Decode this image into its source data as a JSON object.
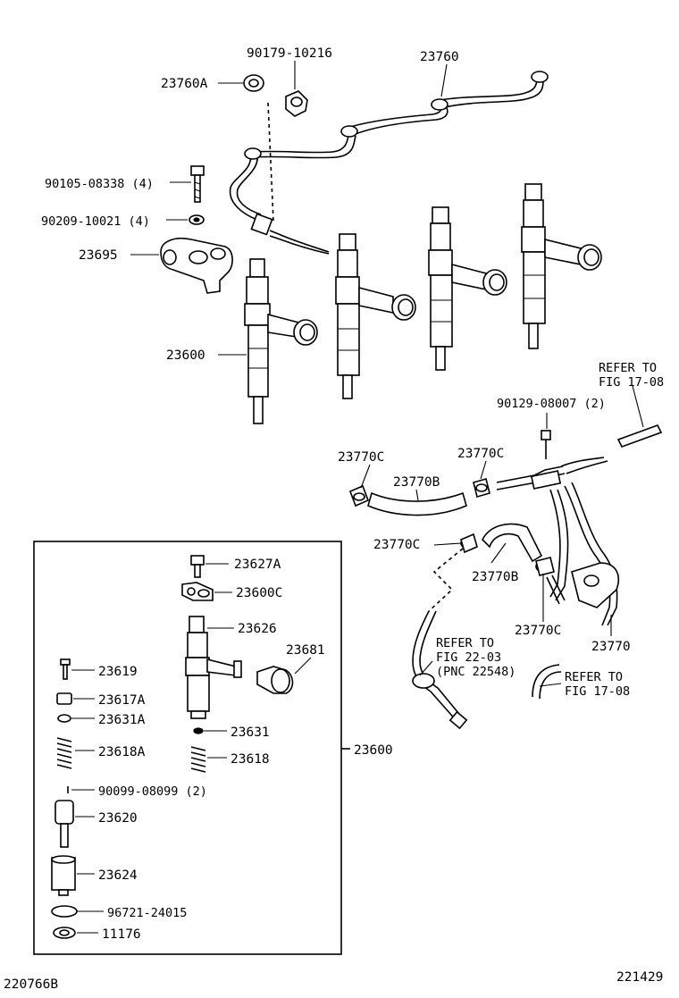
{
  "diagram": {
    "labels": {
      "p90179_10216": "90179-10216",
      "p23760": "23760",
      "p23760A": "23760A",
      "p90105_08338": "90105-08338 (4)",
      "p90209_10021": "90209-10021 (4)",
      "p23695": "23695",
      "p23600_upper": "23600",
      "refer_17_08_top_a": "REFER TO",
      "refer_17_08_top_b": "FIG 17-08",
      "p90129_08007": "90129-08007 (2)",
      "p23770C_1": "23770C",
      "p23770C_2": "23770C",
      "p23770B_1": "23770B",
      "p23770C_3": "23770C",
      "p23770B_2": "23770B",
      "p23770C_4": "23770C",
      "p23770": "23770",
      "refer_22_03_a": "REFER TO",
      "refer_22_03_b": "FIG 22-03",
      "refer_22_03_c": "(PNC 22548)",
      "refer_17_08_bot_a": "REFER TO",
      "refer_17_08_bot_b": "FIG 17-08",
      "p23627A": "23627A",
      "p23600C": "23600C",
      "p23626": "23626",
      "p23681": "23681",
      "p23619": "23619",
      "p23617A": "23617A",
      "p23631A": "23631A",
      "p23631": "23631",
      "p23618A": "23618A",
      "p23618": "23618",
      "p23600_box": "23600",
      "p90099_08099": "90099-08099 (2)",
      "p23620": "23620",
      "p23624": "23624",
      "p96721_24015": "96721-24015",
      "p11176": "11176"
    },
    "corner_left": "220766B",
    "corner_right": "221429"
  }
}
